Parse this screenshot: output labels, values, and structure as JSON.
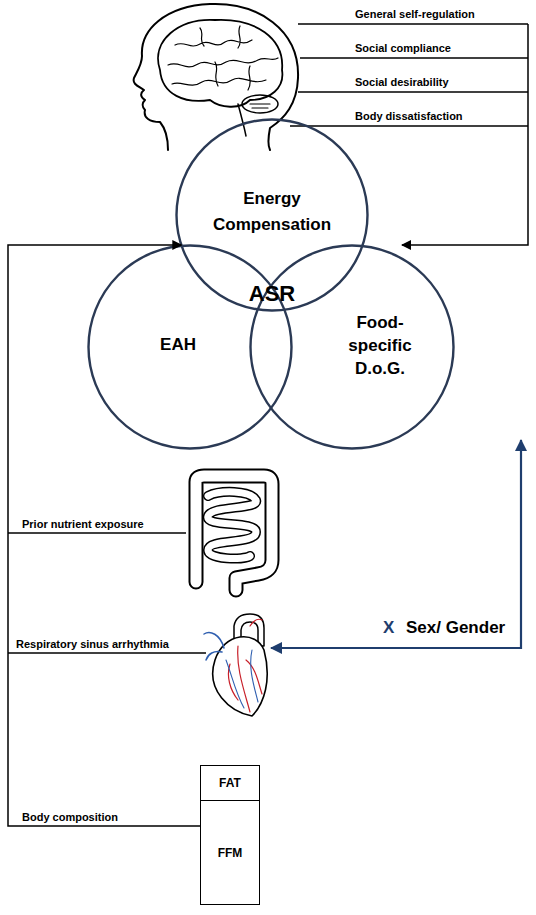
{
  "diagram": {
    "nodes": [
      {
        "text": [
          "Energy Compensation"
        ]
      },
      {
        "text": [
          "EAH"
        ]
      },
      {
        "text": [
          "Food-specific D.o.G."
        ]
      },
      {
        "text": [
          "FAT"
        ]
      },
      {
        "text": [
          "FFM"
        ]
      }
    ],
    "edges": [
      {
        "from": 4,
        "to": 0,
        "arrow": "to"
      }
    ],
    "labels": [
      "General self-regulation",
      "Social compliance",
      "Social desirability",
      "Body dissatisfaction",
      "ASR",
      "Prior nutrient exposure",
      "X",
      "Sex/ Gender",
      "Respiratory sinus arrhythmia",
      "Body composition"
    ]
  }
}
